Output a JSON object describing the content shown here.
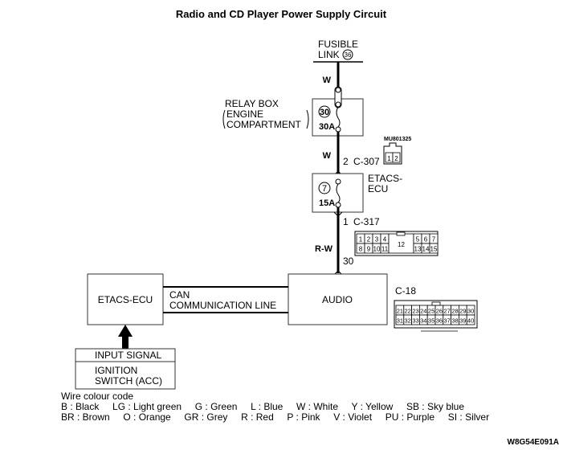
{
  "title": "Radio and CD Player Power Supply Circuit",
  "fusible_link": {
    "line1": "FUSIBLE",
    "line2": "LINK",
    "number": "36"
  },
  "wire_colors": {
    "seg1": "W",
    "seg2": "W",
    "seg3": "R-W"
  },
  "relay_box": {
    "label_line1": "RELAY BOX",
    "label_line2": "ENGINE",
    "label_line3": "COMPARTMENT",
    "fuse_number": "30",
    "fuse_rating": "30A"
  },
  "connector_c307": {
    "pin": "2",
    "name": "C-307",
    "part_number": "MU801325",
    "pins": [
      "1",
      "2"
    ]
  },
  "etacs_fuse": {
    "label_line1": "ETACS-",
    "label_line2": "ECU",
    "fuse_number": "7",
    "fuse_rating": "15A"
  },
  "connector_c317": {
    "pin": "1",
    "name": "C-317",
    "top_pins": [
      "1",
      "2",
      "3",
      "4",
      "5",
      "6",
      "7"
    ],
    "bottom_pins": [
      "8",
      "9",
      "10",
      "11",
      "13",
      "14",
      "15"
    ],
    "center_pin": "12"
  },
  "audio": {
    "label": "AUDIO",
    "pin": "30"
  },
  "connector_c18": {
    "name": "C-18",
    "top_pins": [
      "21",
      "22",
      "23",
      "24",
      "25",
      "26",
      "27",
      "28",
      "29",
      "30"
    ],
    "bottom_pins": [
      "31",
      "32",
      "33",
      "34",
      "35",
      "36",
      "37",
      "38",
      "39",
      "40"
    ]
  },
  "etacs_ecu": {
    "label": "ETACS-ECU"
  },
  "can_line": {
    "line1": "CAN",
    "line2": "COMMUNICATION LINE"
  },
  "input_signal": {
    "header": "INPUT SIGNAL",
    "line1": "IGNITION",
    "line2": "SWITCH (ACC)"
  },
  "legend": {
    "title": "Wire colour code",
    "row1": "B : Black     LG : Light green     G : Green     L : Blue     W : White     Y : Yellow     SB : Sky blue",
    "row2": "BR : Brown     O : Orange     GR : Grey     R : Red     P : Pink     V : Violet     PU : Purple     SI : Silver"
  },
  "figure_code": "W8G54E091A"
}
